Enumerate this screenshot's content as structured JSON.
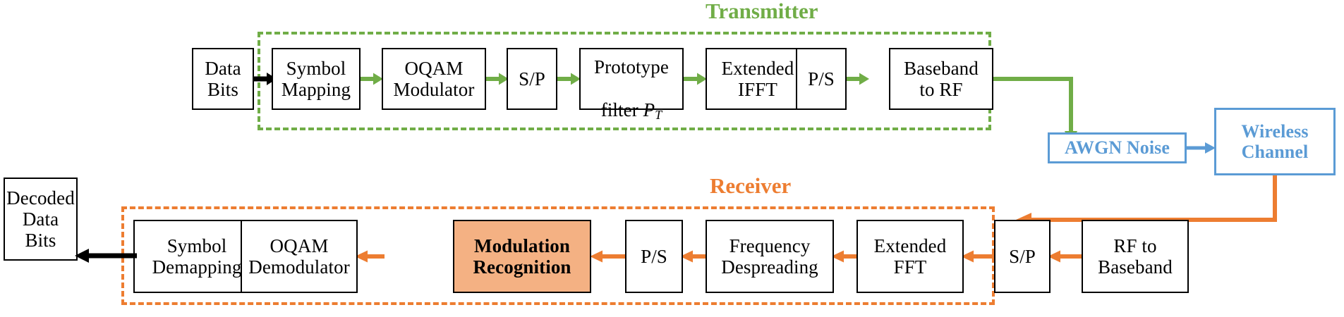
{
  "diagram": {
    "title_transmitter": "Transmitter",
    "title_receiver": "Receiver",
    "colors": {
      "transmitter_green": "#70AD47",
      "receiver_orange": "#ED7D31",
      "channel_blue": "#5B9BD5",
      "highlight_fill": "#F4B183",
      "box_outline": "#000000",
      "canvas": "#FFFFFF"
    }
  },
  "transmitter": {
    "label": "Transmitter",
    "blocks": [
      {
        "id": "data-bits",
        "line1": "Data",
        "line2": "Bits",
        "inside_frame": false
      },
      {
        "id": "symbol-mapping",
        "line1": "Symbol",
        "line2": "Mapping",
        "inside_frame": true
      },
      {
        "id": "oqam-modulator",
        "line1": "OQAM",
        "line2": "Modulator",
        "inside_frame": true
      },
      {
        "id": "serial-to-parallel",
        "line1": "S/P",
        "line2": "",
        "inside_frame": true
      },
      {
        "id": "prototype-filter",
        "line1": "Prototype",
        "line2": "filter P_T",
        "inside_frame": true
      },
      {
        "id": "extended-ifft",
        "line1": "Extended",
        "line2": "IFFT",
        "inside_frame": true
      },
      {
        "id": "parallel-to-serial",
        "line1": "P/S",
        "line2": "",
        "inside_frame": true
      },
      {
        "id": "baseband-to-rf",
        "line1": "Baseband",
        "line2": "to RF",
        "inside_frame": true
      }
    ],
    "prototype_filter": {
      "text": "Prototype",
      "symbol": "P",
      "subscript": "T",
      "prefix": "filter "
    }
  },
  "channel": {
    "awgn": {
      "line1": "AWGN Noise"
    },
    "wireless": {
      "line1": "Wireless",
      "line2": "Channel"
    }
  },
  "receiver": {
    "label": "Receiver",
    "blocks": [
      {
        "id": "decoded-data-bits",
        "line1": "Decoded",
        "line2": "Data",
        "line3": "Bits",
        "inside_frame": false,
        "highlight": false
      },
      {
        "id": "symbol-demapping",
        "line1": "Symbol",
        "line2": "Demapping",
        "line3": "",
        "inside_frame": true,
        "highlight": false
      },
      {
        "id": "oqam-demodulator",
        "line1": "OQAM",
        "line2": "Demodulator",
        "line3": "",
        "inside_frame": true,
        "highlight": false
      },
      {
        "id": "modulation-recognition",
        "line1": "Modulation",
        "line2": "Recognition",
        "line3": "",
        "inside_frame": true,
        "highlight": true
      },
      {
        "id": "parallel-to-serial",
        "line1": "P/S",
        "line2": "",
        "line3": "",
        "inside_frame": true,
        "highlight": false
      },
      {
        "id": "frequency-despreading",
        "line1": "Frequency",
        "line2": "Despreading",
        "line3": "",
        "inside_frame": true,
        "highlight": false
      },
      {
        "id": "extended-fft",
        "line1": "Extended",
        "line2": "FFT",
        "line3": "",
        "inside_frame": true,
        "highlight": false
      },
      {
        "id": "serial-to-parallel",
        "line1": "S/P",
        "line2": "",
        "line3": "",
        "inside_frame": true,
        "highlight": false
      },
      {
        "id": "rf-to-baseband",
        "line1": "RF to",
        "line2": "Baseband",
        "line3": "",
        "inside_frame": true,
        "highlight": false
      }
    ]
  },
  "text": {
    "tx_data_bits": "Data\nBits",
    "tx_symbol_mapping": "Symbol\nMapping",
    "tx_oqam_modulator": "OQAM\nModulator",
    "tx_sp": "S/P",
    "tx_extended_ifft": "Extended\nIFFT",
    "tx_ps": "P/S",
    "tx_baseband_to_rf": "Baseband\nto RF",
    "ch_awgn": "AWGN Noise",
    "ch_wireless": "Wireless\nChannel",
    "rx_decoded_bits": "Decoded\nData\nBits",
    "rx_symbol_demapping": "Symbol\nDemapping",
    "rx_oqam_demodulator": "OQAM\nDemodulator",
    "rx_modulation_recognition": "Modulation\nRecognition",
    "rx_ps": "P/S",
    "rx_frequency_despreading": "Frequency\nDespreading",
    "rx_extended_fft": "Extended\nFFT",
    "rx_sp": "S/P",
    "rx_rf_to_baseband": "RF to\nBaseband"
  }
}
